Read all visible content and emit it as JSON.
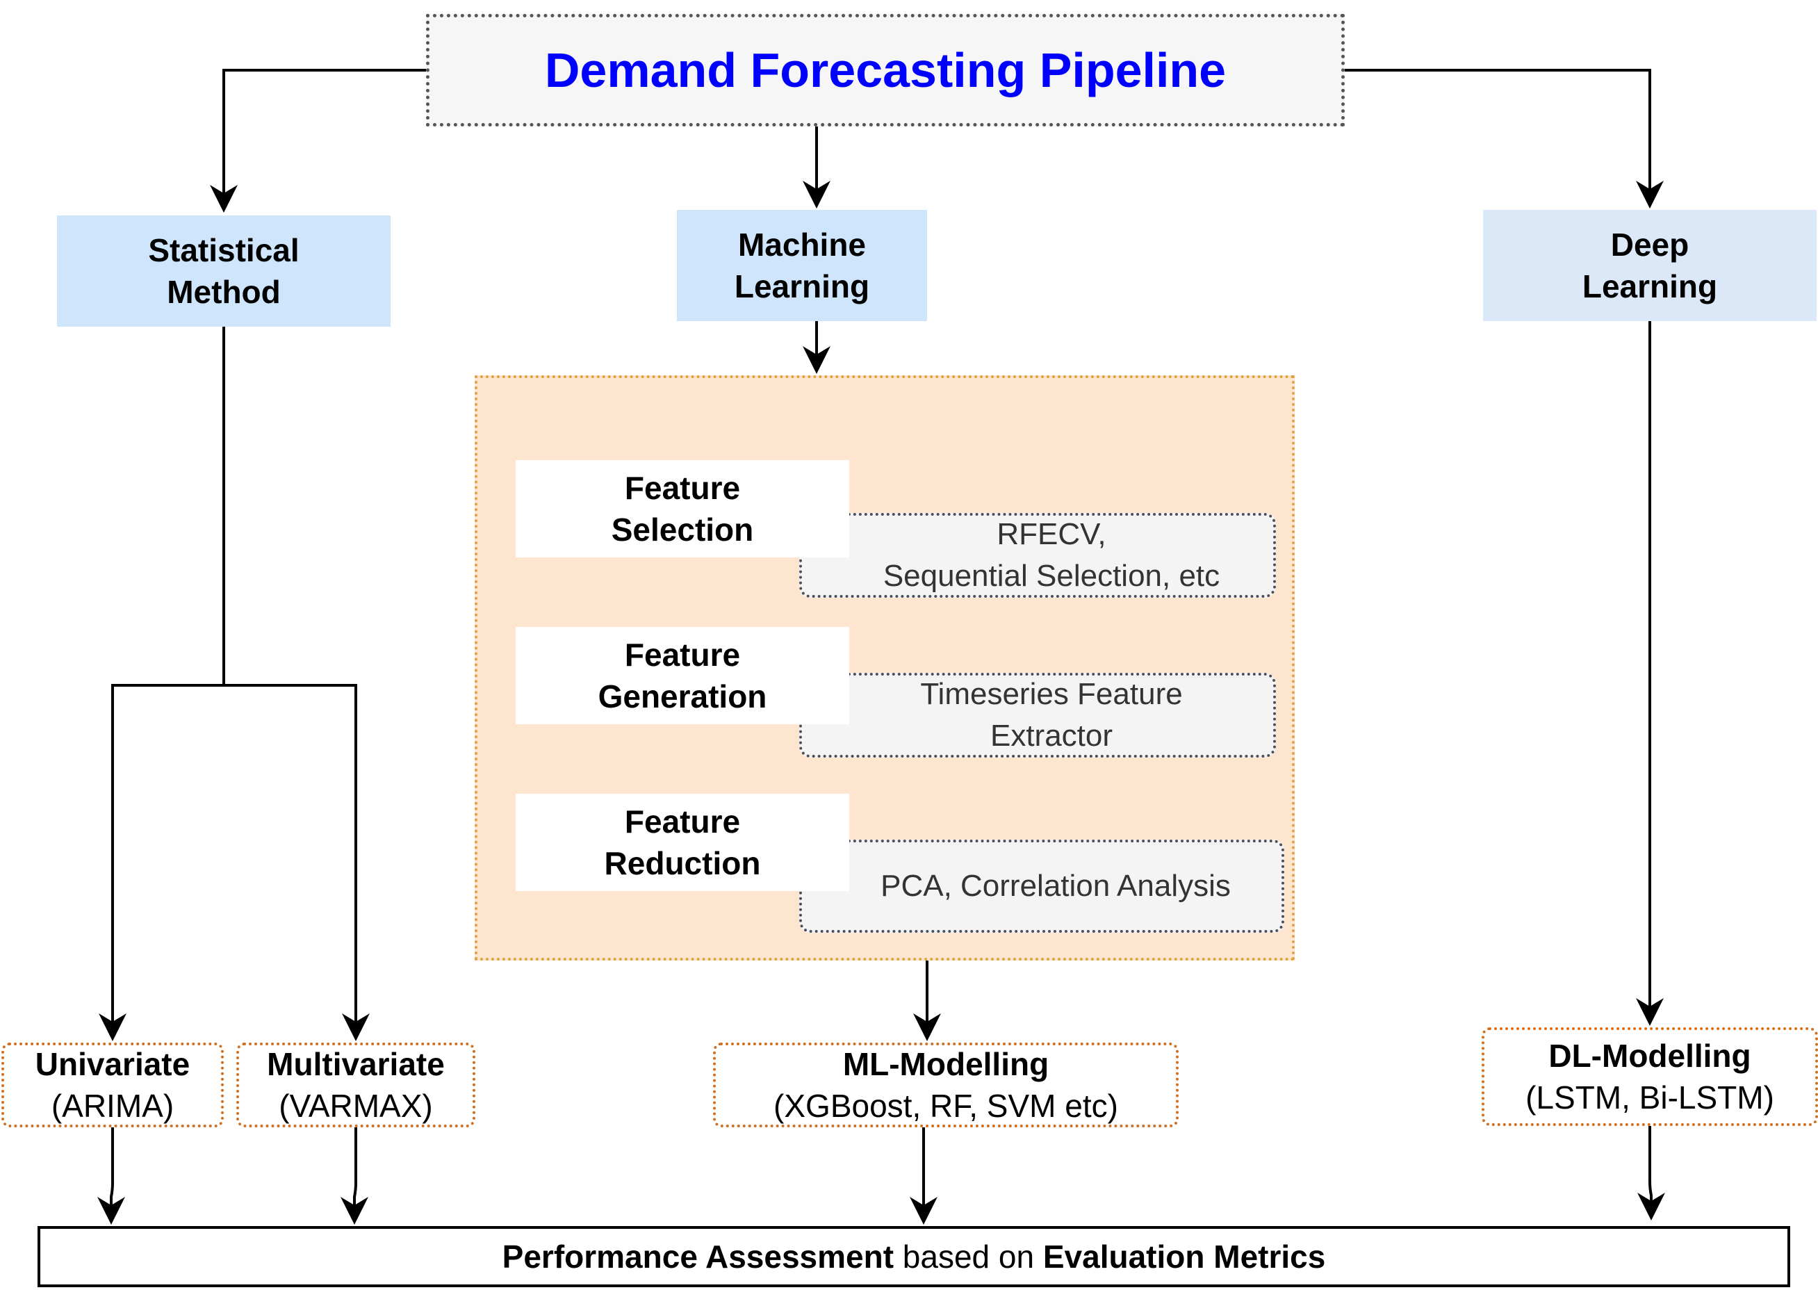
{
  "title": "Demand Forecasting Pipeline",
  "categories": {
    "statistical": "Statistical\nMethod",
    "ml": "Machine\nLearning",
    "dl": "Deep\nLearning"
  },
  "feature_engineering": {
    "steps": [
      "Feature\nSelection",
      "Feature\nGeneration",
      "Feature\nReduction"
    ],
    "notes": [
      "RFECV,\nSequential Selection, etc",
      "Timeseries Feature\nExtractor",
      "PCA, Correlation Analysis"
    ]
  },
  "models": {
    "univariate": {
      "name": "Univariate",
      "detail": "(ARIMA)"
    },
    "multivariate": {
      "name": "Multivariate",
      "detail": "(VARMAX)"
    },
    "ml": {
      "name": "ML-Modelling",
      "detail": "(XGBoost, RF, SVM etc)"
    },
    "dl": {
      "name": "DL-Modelling",
      "detail": "(LSTM, Bi-LSTM)"
    }
  },
  "assessment": {
    "part1": "Performance Assessment",
    "part2": " based on ",
    "part3": "Evaluation Metrics"
  },
  "colors": {
    "title": "#0000ff",
    "category_fill": "#cfe5fb",
    "feature_panel_fill": "#fee5cf",
    "model_border": "#d07020"
  }
}
